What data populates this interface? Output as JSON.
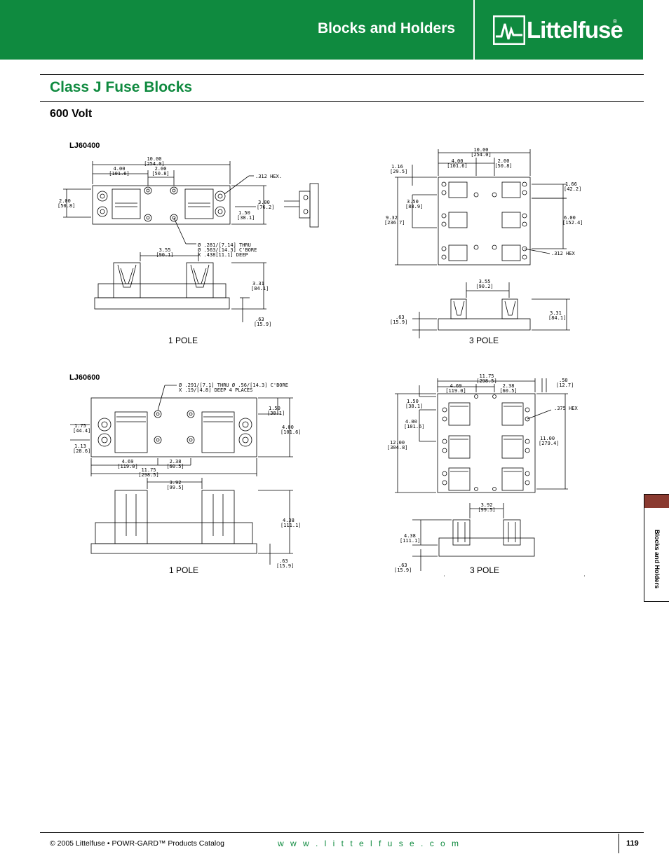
{
  "header": {
    "title": "Blocks and Holders",
    "brand": "Littelfuse",
    "brand_mark": "®",
    "color": "#0f8a3f"
  },
  "section": {
    "title": "Class J Fuse Blocks",
    "subtitle": "600 Volt"
  },
  "products": [
    {
      "part": "LJ60400",
      "one_pole": {
        "label": "1 POLE",
        "dims": {
          "overall_width": "10.00",
          "overall_width_mm": "[254.0]",
          "left_span": "4.00",
          "left_span_mm": "[101.6]",
          "center_span": "2.00",
          "center_span_mm": "[50.8]",
          "hex": ".312 HEX.",
          "left_height": "2.00",
          "left_height_mm": "[50.8]",
          "depth": "3.00",
          "depth_mm": "[76.2]",
          "hole_offset": "1.50",
          "hole_offset_mm": "[38.1]",
          "hole_1": "Ø .281/[7.14] THRU",
          "hole_2": "Ø .563/[14.3] C'BORE",
          "hole_3": "X .438[11.1] DEEP",
          "clip_span": "3.55",
          "clip_span_mm": "[90.1]",
          "height": "3.31",
          "height_mm": "[84.1]",
          "base": ".63",
          "base_mm": "[15.9]"
        }
      },
      "three_pole": {
        "label": "3 POLE",
        "dims": {
          "overall_width": "10.00",
          "overall_width_mm": "[254.0]",
          "left_span": "4.00",
          "left_span_mm": "[101.6]",
          "center_span": "2.00",
          "center_span_mm": "[50.8]",
          "top_offset": "1.16",
          "top_offset_mm": "[29.5]",
          "hole_span": "3.50",
          "hole_span_mm": "[88.9]",
          "overall_depth": "9.32",
          "overall_depth_mm": "[236.7]",
          "pole_pitch": "1.66",
          "pole_pitch_mm": "[42.2]",
          "pole_span": "6.00",
          "pole_span_mm": "[152.4]",
          "hex": ".312 HEX",
          "clip_span": "3.55",
          "clip_span_mm": "[90.2]",
          "base": ".63",
          "base_mm": "[15.9]",
          "height": "3.31",
          "height_mm": "[84.1]"
        }
      }
    },
    {
      "part": "LJ60600",
      "one_pole": {
        "label": "1 POLE",
        "dims": {
          "hole_note_1": "Ø .291/[7.1] THRU Ø .56/[14.3] C'BORE",
          "hole_note_2": "X .19/[4.8] DEEP 4 PLACES",
          "top_offset": "1.50",
          "top_offset_mm": "[38.1]",
          "depth": "4.00",
          "depth_mm": "[101.6]",
          "left_a": "1.75",
          "left_a_mm": "[44.4]",
          "left_b": "1.13",
          "left_b_mm": "[28.6]",
          "hole_span": "4.69",
          "hole_span_mm": "[119.0]",
          "center_span": "2.38",
          "center_span_mm": "[60.5]",
          "overall_width": "11.75",
          "overall_width_mm": "[298.5]",
          "clip_span": "3.92",
          "clip_span_mm": "[99.5]",
          "height": "4.38",
          "height_mm": "[111.1]",
          "base": ".63",
          "base_mm": "[15.9]"
        }
      },
      "three_pole": {
        "label": "3 POLE",
        "dims": {
          "overall_width": "11.75",
          "overall_width_mm": "[298.5]",
          "hole_span": "4.69",
          "hole_span_mm": "[119.0]",
          "center_span": "2.38",
          "center_span_mm": "[60.5]",
          "right_offset": ".50",
          "right_offset_mm": "[12.7]",
          "top_offset": "1.50",
          "top_offset_mm": "[38.1]",
          "hex": ".375 HEX",
          "inner": "4.00",
          "inner_mm": "[101.6]",
          "overall_depth": "12.00",
          "overall_depth_mm": "[304.8]",
          "pole_span": "11.00",
          "pole_span_mm": "[279.4]",
          "clip_span": "3.92",
          "clip_span_mm": "[99.5]",
          "height": "4.38",
          "height_mm": "[111.1]",
          "base": ".63",
          "base_mm": "[15.9]"
        }
      }
    }
  ],
  "side_tab": {
    "label": "Blocks and Holders",
    "color": "#8a3a30"
  },
  "footer": {
    "copyright": "© 2005 Littelfuse • POWR-GARD™ Products Catalog",
    "url": "w w w . l i t t e l f u s e . c o m",
    "page": "119"
  }
}
